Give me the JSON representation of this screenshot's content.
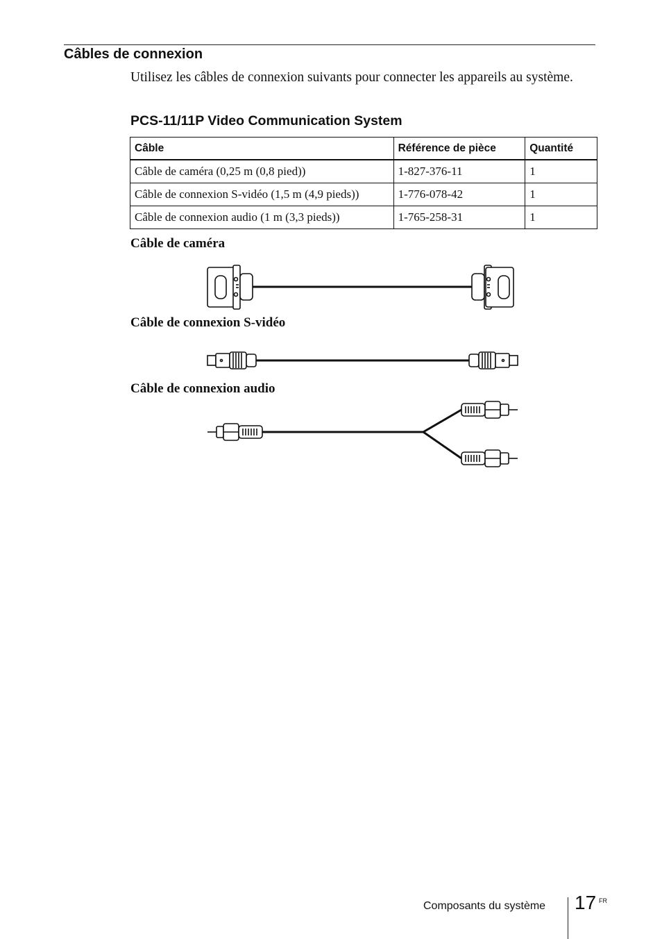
{
  "section_title": "Câbles de connexion",
  "intro": "Utilisez les câbles de connexion suivants pour connecter les appareils au système.",
  "system_title": "PCS-11/11P Video Communication System",
  "table": {
    "headers": [
      "Câble",
      "Référence de pièce",
      "Quantité"
    ],
    "rows": [
      [
        "Câble de caméra (0,25 m (0,8 pied))",
        "1-827-376-11",
        "1"
      ],
      [
        "Câble de connexion S-vidéo (1,5 m (4,9 pieds))",
        "1-776-078-42",
        "1"
      ],
      [
        "Câble de connexion audio (1 m (3,3 pieds))",
        "1-765-258-31",
        "1"
      ]
    ]
  },
  "figures": {
    "camera_label": "Câble de caméra",
    "svideo_label": "Câble de connexion S-vidéo",
    "audio_label": "Câble de connexion audio"
  },
  "footer": {
    "section": "Composants du système",
    "page_number": "17",
    "language": "FR"
  }
}
